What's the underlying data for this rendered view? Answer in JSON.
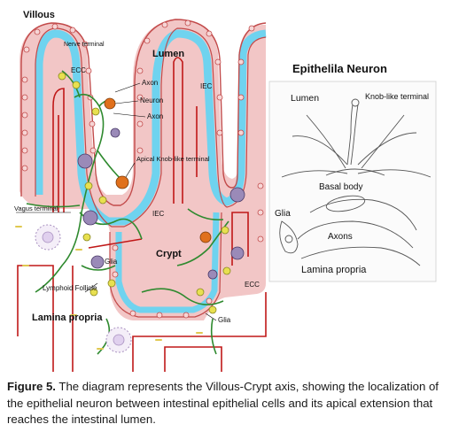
{
  "diagram": {
    "labels": {
      "villous": "Villous",
      "nerve_terminal": "Nerve terminal",
      "lumen": "Lumen",
      "ecc_top": "ECC",
      "axon_top": "Axon",
      "neuron": "Neuron",
      "axon_bottom": "Axon",
      "iec_top": "IEC",
      "apical_knob": "Apical Knob-like terminal",
      "vagus_terminal": "Vagus terminal",
      "iec_mid": "IEC",
      "crypt": "Crypt",
      "glia_mid": "Glia",
      "lymphoid_follicle": "Lymphoid Follicle",
      "ecc_bottom": "ECC",
      "lamina_propria": "Lamina propria",
      "glia_bottom": "Glia"
    },
    "inset": {
      "title": "Epithelila Neuron",
      "lumen": "Lumen",
      "knob_like_terminal": "Knob-like terminal",
      "basal_body": "Basal body",
      "glia": "Glia",
      "axons": "Axons",
      "lamina_propria": "Lamina propria"
    }
  },
  "caption": {
    "figure_label": "Figure 5.",
    "text": "The diagram represents the Villous-Crypt axis, showing the localization of the epithelial neuron between intestinal epithelial cells and its apical extension that reaches the intestinal lumen."
  },
  "colors": {
    "lumen_fill": "#7fd8f0",
    "epithelium": "#f2c6c6",
    "cell_outline": "#c24a4a",
    "nerve": "#2f8a2f",
    "vessel": "#c01818",
    "neuron": "#e0701c"
  }
}
